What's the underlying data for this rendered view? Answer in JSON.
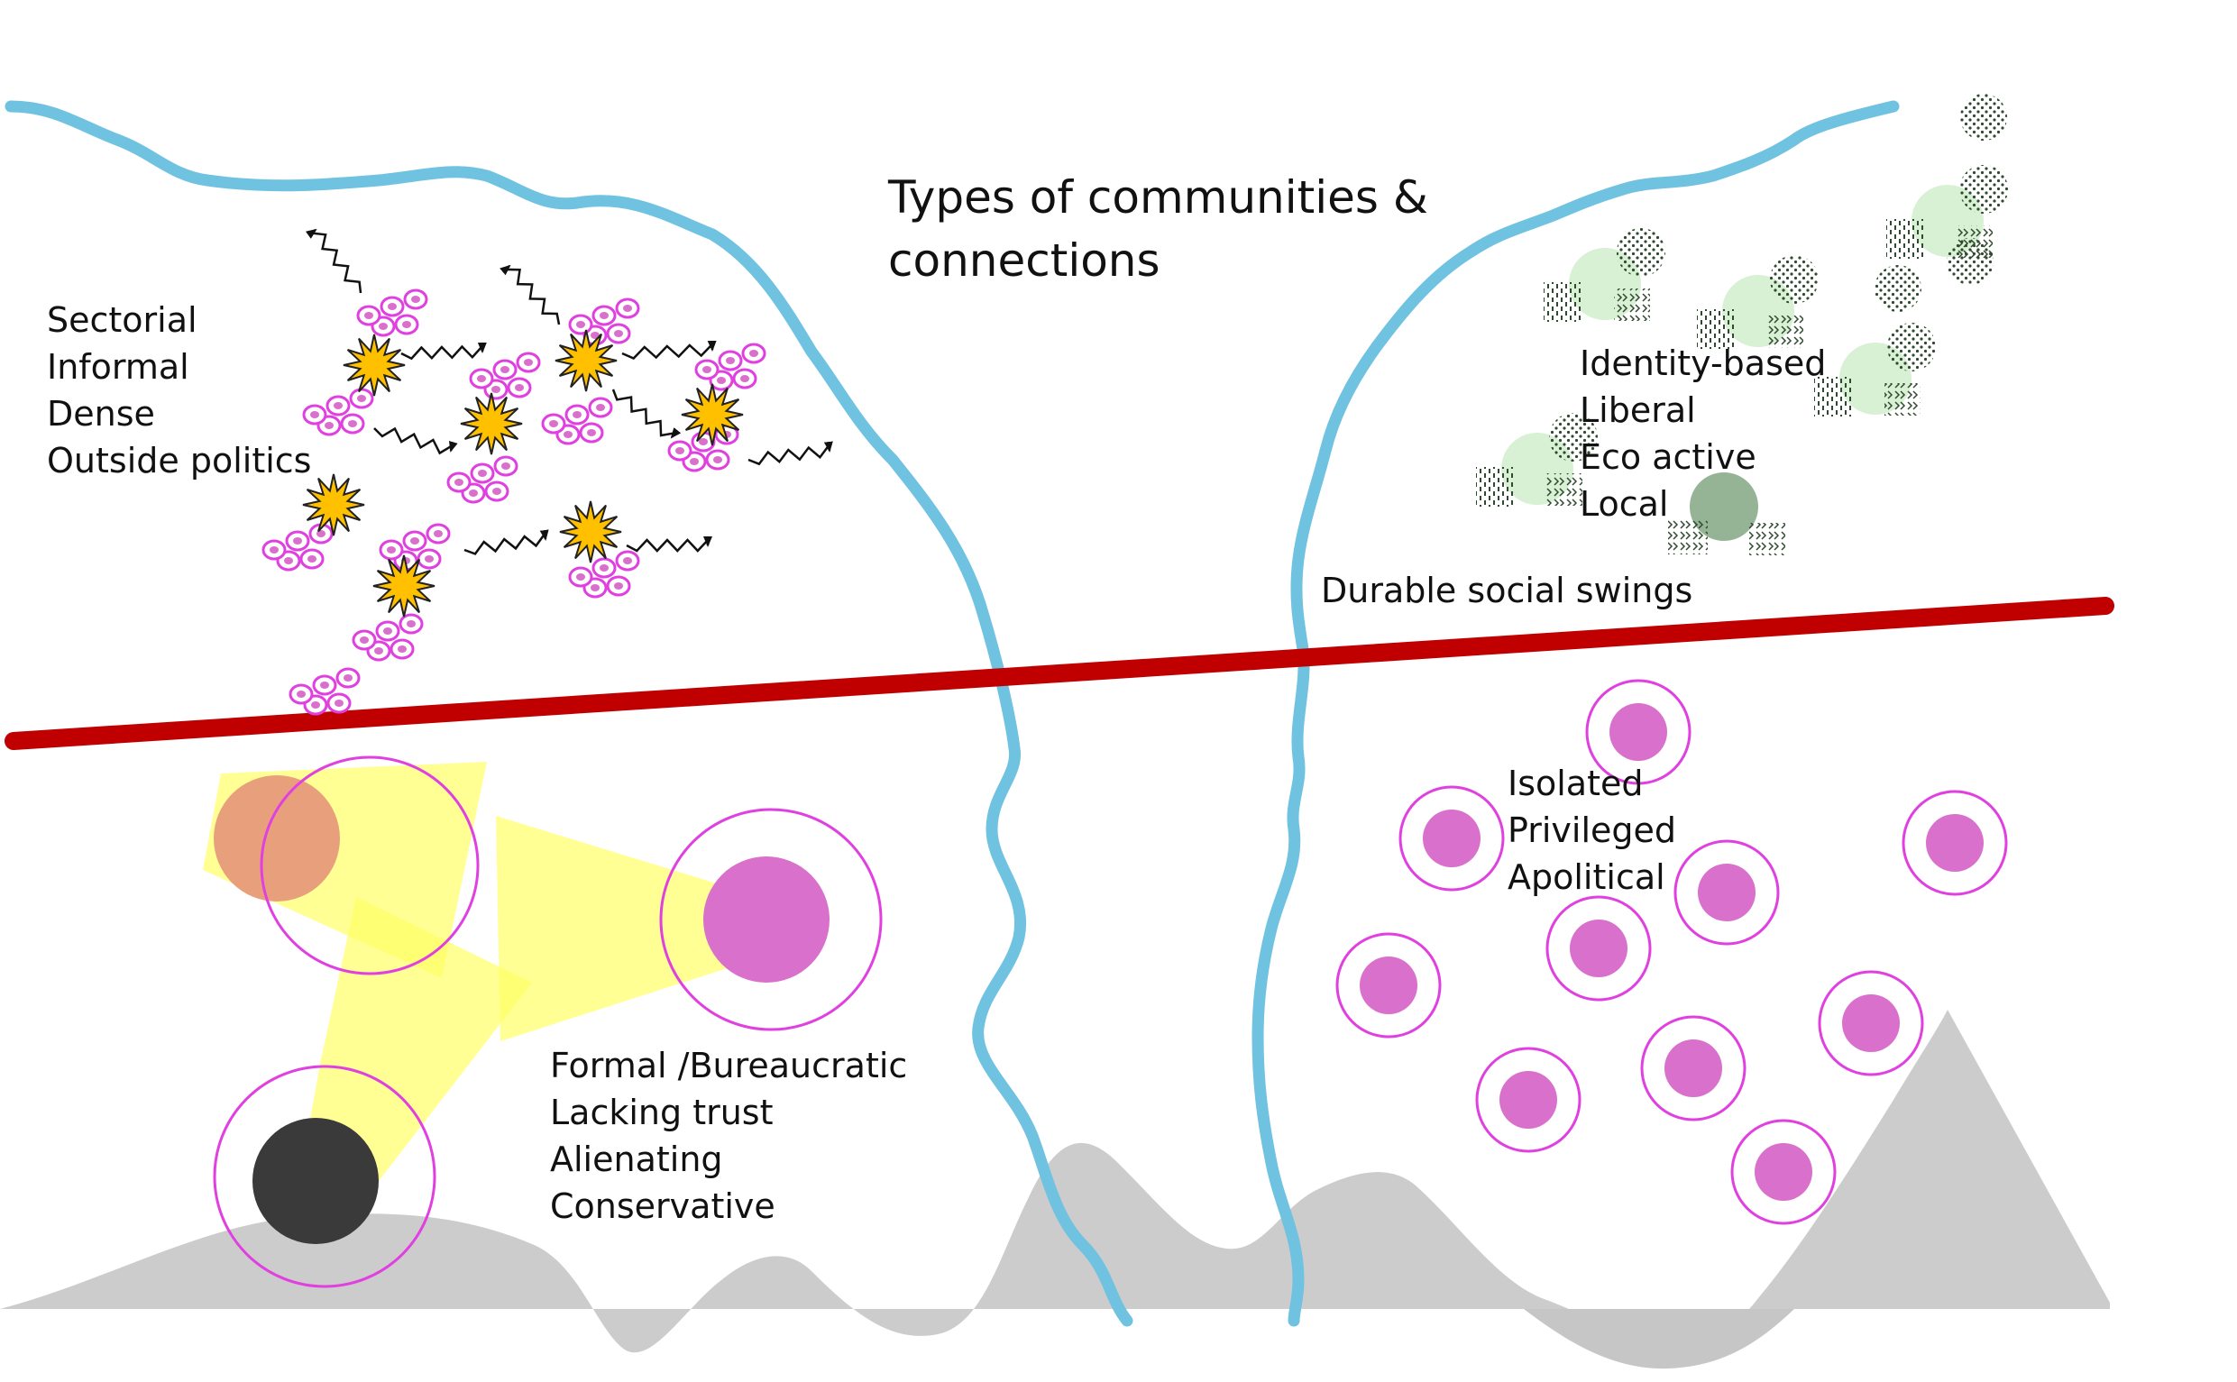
{
  "title": {
    "line1": "Types of communities &",
    "line2": "connections"
  },
  "quadrant_top_left": {
    "lines": [
      "Sectorial",
      "Informal",
      "Dense",
      "Outside politics"
    ]
  },
  "quadrant_top_right": {
    "lines": [
      "Identity-based",
      "Liberal",
      "Eco active",
      "Local"
    ]
  },
  "annotation": {
    "text": "Durable social swings"
  },
  "quadrant_bottom_left": {
    "lines": [
      "Formal /Bureaucratic",
      "Lacking trust",
      "Alienating",
      "Conservative"
    ]
  },
  "quadrant_bottom_right": {
    "lines": [
      "Isolated",
      "Privileged",
      "Apolitical"
    ]
  },
  "colors": {
    "river": "#6fc2e0",
    "divider": "#c00000",
    "pink": "#e040e0",
    "pink_fill": "#d870cc",
    "star": "#ffc000",
    "green_light": "#d8f0d4",
    "green_dark": "#365a36",
    "yellow_beam": "#ffff80",
    "orange_dot": "#e8a07c",
    "black_dot": "#3a3a3a",
    "mountain": "#cccccc"
  }
}
